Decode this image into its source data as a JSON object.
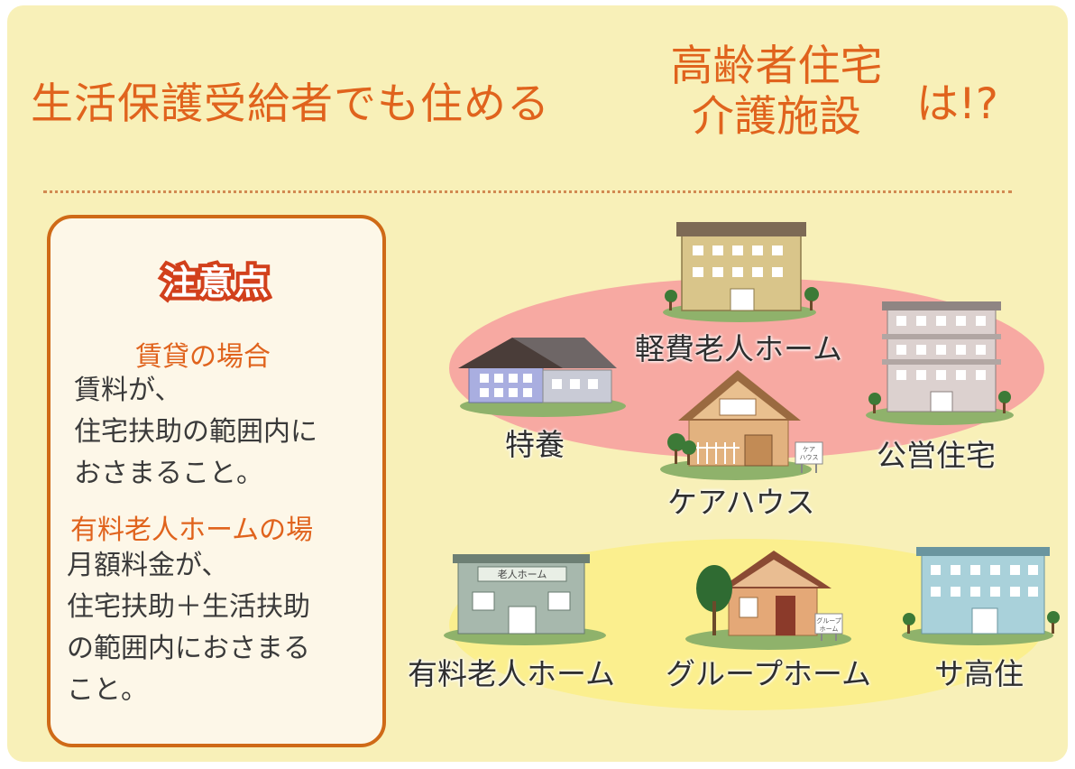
{
  "title": {
    "main": "生活保護受給者でも住める",
    "stack_line1": "高齢者住宅",
    "stack_line2": "介護施設",
    "end": "は!?"
  },
  "notes": {
    "heading": "注意点",
    "rental_heading": "賃貸の場合",
    "rental_lines": [
      "賃料が、",
      "住宅扶助の範囲内に",
      "おさまること。"
    ],
    "paid_home_heading": "有料老人ホームの場",
    "paid_home_lines": [
      "月額料金が、",
      "住宅扶助＋生活扶助",
      "の範囲内におさまる",
      "こと。"
    ]
  },
  "facilities": {
    "pink_group": [
      "軽費老人ホーム",
      "特養",
      "公営住宅",
      "ケアハウス"
    ],
    "yellow_group": [
      "有料老人ホーム",
      "グループホーム",
      "サ高住"
    ]
  },
  "building_signs": {
    "care_house": [
      "ケア",
      "ハウス"
    ],
    "paid_home": "老人ホーム",
    "group_home": [
      "グループ",
      "ホーム"
    ]
  },
  "colors": {
    "accent": "#e0631d",
    "background": "#f8f0b8",
    "pink_oval": "#f7a9a2",
    "yellow_oval": "#fbef8e"
  }
}
